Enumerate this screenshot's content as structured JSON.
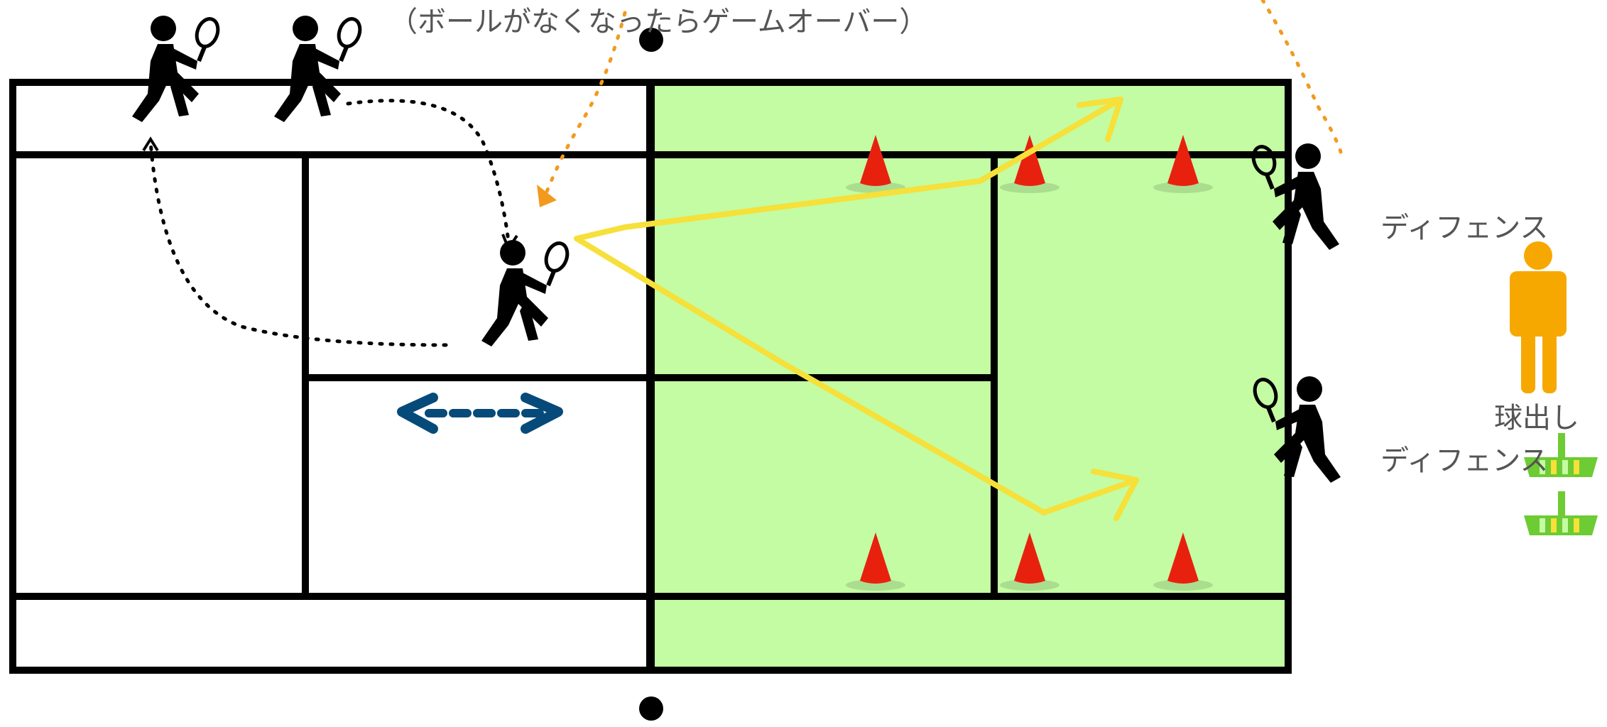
{
  "labels": {
    "note": "（ボールがなくなったらゲームオーバー）",
    "defense_1": "ディフェンス",
    "defense_2": "ディフェンス",
    "feeder": "球出し"
  },
  "colors": {
    "court_line": "#000000",
    "court_green": "#c3fca3",
    "cone": "#e8210f",
    "shot_arrow": "#f6e03a",
    "ball_path": "#f29a1e",
    "move_arrow": "#064a7a",
    "coach": "#f7a800",
    "basket": "#6dcb33"
  },
  "icons": {
    "player": "tennis-player-icon",
    "cone": "cone-icon",
    "coach": "coach-person-icon",
    "basket": "ball-basket-icon"
  }
}
